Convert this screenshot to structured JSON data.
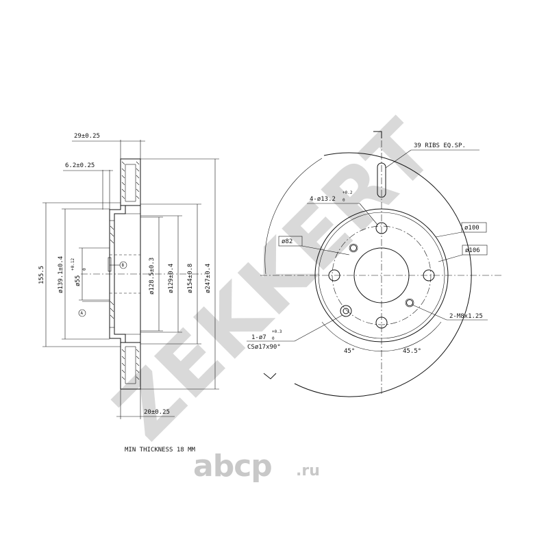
{
  "watermark": {
    "brand": "ZEKKERT",
    "site": "abcp",
    "site_tld": ".ru"
  },
  "side_view": {
    "dim_total_width": "29±0.25",
    "dim_flange": "6.2±0.25",
    "dim_hub_height": "155.5",
    "dim_hub_bore": "ø139.1±0.4",
    "dim_center_bore": "ø55",
    "dim_center_bore_tol_upper": "+0.12",
    "dim_center_bore_tol_lower": "0",
    "dim_d128": "ø128.5±0.3",
    "dim_d129": "ø129±0.4",
    "dim_d154": "ø154±0.8",
    "dim_outer": "ø247±0.4",
    "dim_thickness": "20±0.25",
    "datum_a": "A",
    "datum_b": "B"
  },
  "front_view": {
    "ribs": "39 RIBS EQ.SP.",
    "bolt_holes": "4-ø13.2",
    "bolt_holes_tol_upper": "+0.2",
    "bolt_holes_tol_lower": "0",
    "d100": "ø100",
    "d82": "ø82",
    "d106": "ø106",
    "threads": "2-M8x1.25",
    "pin_hole": "1-ø7",
    "pin_hole_tol_upper": "+0.3",
    "pin_hole_tol_lower": "0",
    "countersink": "CSø17x90°",
    "angle_45": "45°",
    "angle_45_5": "45.5°"
  },
  "note": "MIN THICKNESS 18 MM"
}
